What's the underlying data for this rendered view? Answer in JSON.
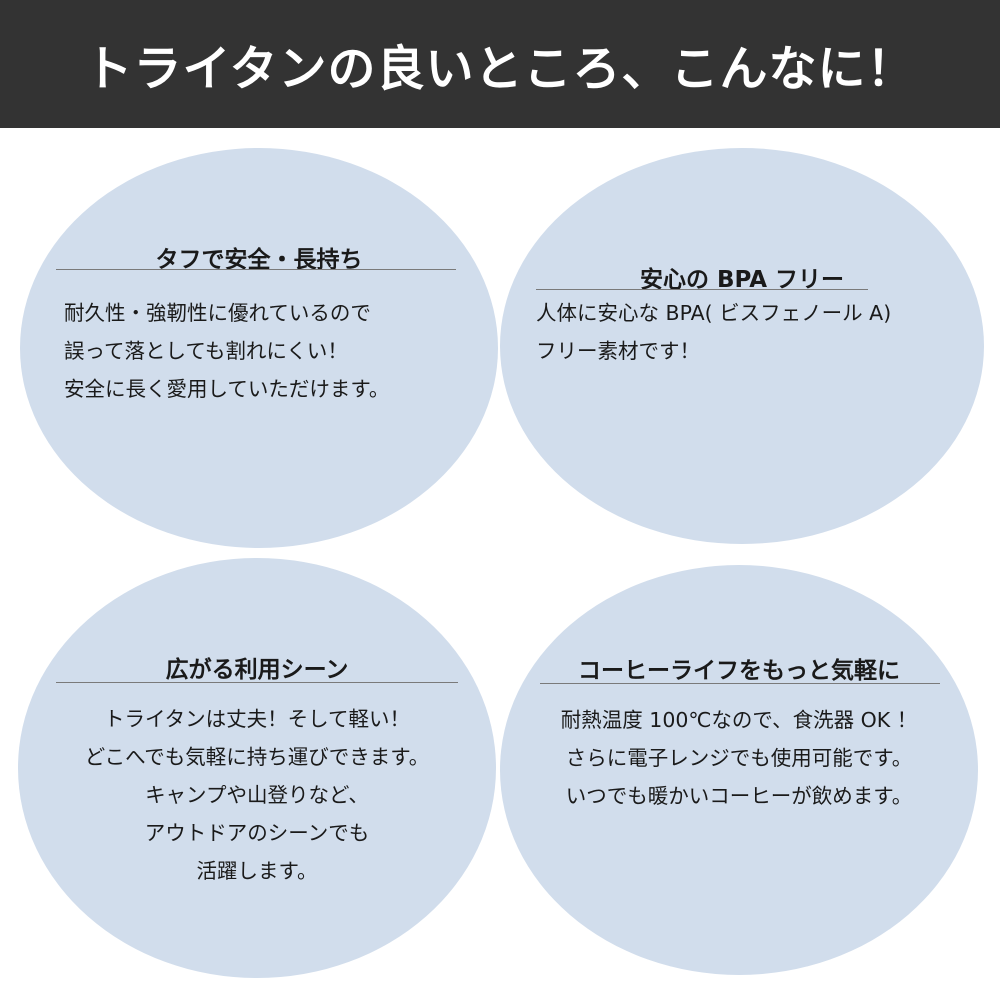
{
  "header": {
    "title": "トライタンの良いところ、こんなに！"
  },
  "colors": {
    "header_bg": "#333333",
    "header_text": "#ffffff",
    "bubble_bg": "#d1ddec",
    "text": "#1a1a1a"
  },
  "bubbles": [
    {
      "title": "タフで安全・長持ち",
      "lines": [
        "耐久性・強靭性に優れているので",
        "誤って落としても割れにくい！",
        "安全に長く愛用していただけます。"
      ]
    },
    {
      "title": "安心の BPA フリー",
      "lines": [
        "人体に安心な BPA( ビスフェノール A)",
        "フリー素材です！"
      ]
    },
    {
      "title": "広がる利用シーン",
      "lines": [
        "トライタンは丈夫！そして軽い！",
        "どこへでも気軽に持ち運びできます。",
        "キャンプや山登りなど、",
        "アウトドアのシーンでも",
        "活躍します。"
      ]
    },
    {
      "title": "コーヒーライフをもっと気軽に",
      "lines": [
        "耐熱温度 100℃なので、食洗器 OK ！",
        "さらに電子レンジでも使用可能です。",
        "いつでも暖かいコーヒーが飲めます。"
      ]
    }
  ]
}
